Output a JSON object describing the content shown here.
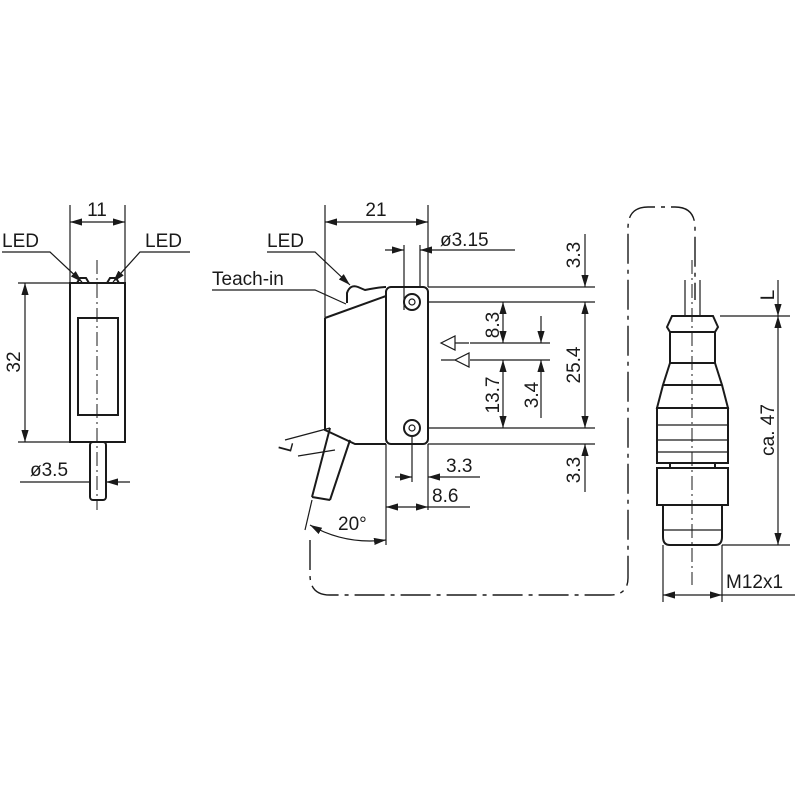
{
  "front_view": {
    "width": "11",
    "led_left": "LED",
    "led_right": "LED",
    "height": "32",
    "cable_diameter": "ø3.5"
  },
  "side_view": {
    "length": "21",
    "led": "LED",
    "teach_in": "Teach-in",
    "hole_diameter": "ø3.15",
    "top_offset": "3.3",
    "hole_spacing": "25.4",
    "bottom_offset": "3.3",
    "emitter_offset": "8.3",
    "receiver_offset": "13.7",
    "optical_spacing": "3.4",
    "hole_edge": "3.3",
    "plate_depth": "8.6",
    "cable_angle": "20°",
    "cable_length": "L"
  },
  "connector": {
    "cable_length": "L",
    "length": "ca. 47",
    "thread": "M12x1"
  }
}
